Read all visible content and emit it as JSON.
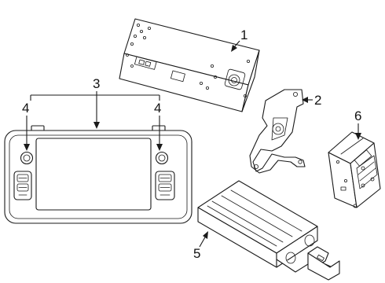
{
  "callouts": {
    "c1": "1",
    "c2": "2",
    "c3": "3",
    "c4_left": "4",
    "c4_right": "4",
    "c5": "5",
    "c6": "6"
  },
  "colors": {
    "line": "#1a1a1a",
    "background": "#ffffff"
  }
}
